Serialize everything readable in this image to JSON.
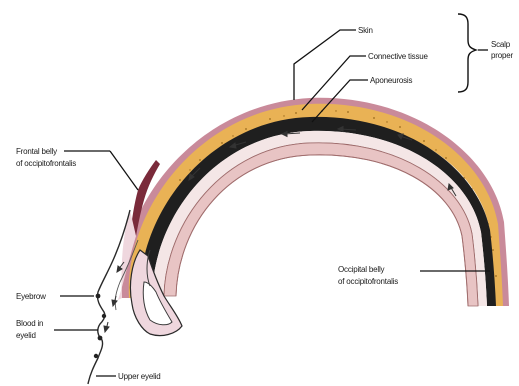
{
  "labels": {
    "skin": "Skin",
    "connective_tissue": "Connective tissue",
    "aponeurosis": "Aponeurosis",
    "scalp_proper": [
      "Scalp",
      "proper"
    ],
    "frontal_belly": [
      "Frontal belly",
      "of occipitofrontalis"
    ],
    "occipital_belly": [
      "Occipital belly",
      "of occipitofrontalis"
    ],
    "eyebrow": "Eyebrow",
    "blood_in_eyelid": [
      "Blood in",
      "eyelid"
    ],
    "upper_eyelid": "Upper eyelid"
  },
  "colors": {
    "skin": "#c98a9a",
    "connective_tissue": "#e9b255",
    "connective_dots": "#9a6a1e",
    "aponeurosis": "#1f1f1f",
    "loose_tissue": "#f4e6e6",
    "bone": "#e8c4c4",
    "blood": "#7a2a3a"
  },
  "icons": {
    "scalp_brace": "curly-brace-icon",
    "flow_arrows": "arrow-icon"
  }
}
